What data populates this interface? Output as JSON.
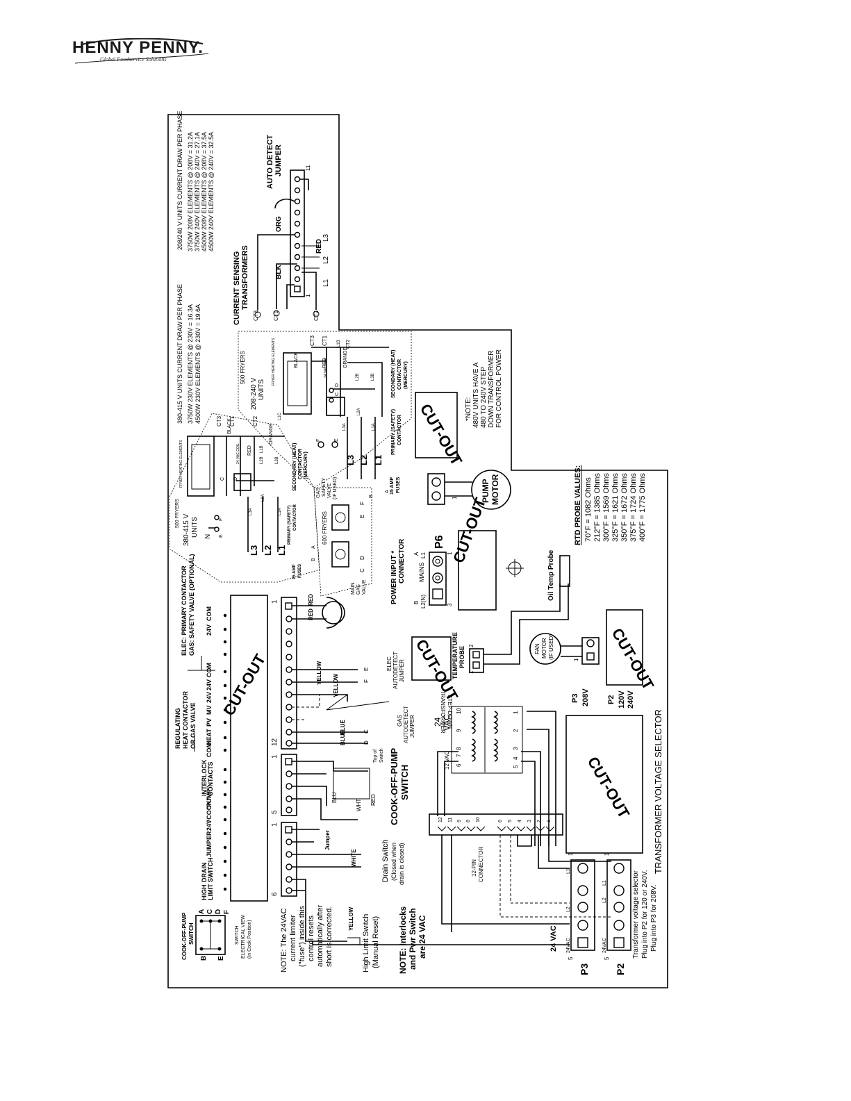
{
  "logo": {
    "brand": "HENNY PENNY.",
    "tagline": "Global Foodservice Solutions"
  },
  "diagram": {
    "note_current_380": {
      "title": "380-415 V UNITS CURRENT DRAW PER PHASE",
      "lines": [
        "3750W 230V ELEMENTS @ 230V = 16.3A",
        "4500W 230V ELEMENTS @ 230V = 19.6A"
      ]
    },
    "note_current_208": {
      "title": "208/240 V UNITS CURRENT DRAW PER PHASE",
      "lines": [
        "3750W 208V ELEMENTS @ 208V = 31.2A",
        "3750W 240V ELEMENTS @ 240V = 27.1A",
        "4500W 208V ELEMENTS @ 208V = 37.5A",
        "4500W 240V ELEMENTS @ 240V = 32.5A"
      ]
    },
    "current_sensing": {
      "title_1": "CURRENT SENSING",
      "title_2": "TRANSFORMERS",
      "ct3": "CT3",
      "ct1": "CT1",
      "ct2": "CT2",
      "blk": "BLK",
      "org": "ORG",
      "red": "RED",
      "l1": "L1",
      "l2": "L2",
      "l3": "L3",
      "pin_1": "1",
      "pin_11": "11",
      "auto_detect_1": "AUTO DETECT",
      "auto_detect_2": "JUMPER"
    },
    "fryer_500_208": {
      "title_1": "500 FRYERS",
      "title_2": "208-240 V",
      "title_3": "UNITS",
      "black": "BLACK",
      "orange": "ORANGE",
      "red": "RED",
      "ct3": "CT3",
      "ct1": "CT1",
      "ct2": "CT2",
      "l1b": "L1B",
      "l1c": "L1C",
      "heating": "FRYER HEATING ELEMENTS",
      "coil": "24 VAC COIL",
      "secondary_1": "SECONDARY (HEAT)",
      "secondary_2": "CONTACTOR",
      "secondary_3": "(MERCURY)",
      "primary_1": "PRIMARY (SAFETY)",
      "primary_2": "CONTACTOR",
      "fuses_1": "15 AMP",
      "fuses_2": "FUSES",
      "c": "C",
      "d": "D",
      "e": "E",
      "f": "F",
      "a": "A",
      "b": "B",
      "l1": "L1",
      "l2": "L2",
      "l3": "L3",
      "l3a": "L3A",
      "l2a": "L2A",
      "l1a": "L1A",
      "l2b": "L2B",
      "l3b": "L3B"
    },
    "fryer_500_380": {
      "title_1": "500 FRYERS",
      "title_2": "380-415 V",
      "title_3": "UNITS",
      "n": "N",
      "black": "BLACK",
      "orange": "ORANGE",
      "red": "RED",
      "ct3": "CT3",
      "ct1": "CT1",
      "ct2": "CT2",
      "l1b": "L1B",
      "heating": "FRYER HEATING ELEMENTS",
      "coil": "24 VAC COIL",
      "secondary_1": "SECONDARY (HEAT)",
      "secondary_2": "CONTACTOR",
      "secondary_3": "(MERCURY)",
      "primary_1": "PRIMARY (SAFETY)",
      "primary_2": "CONTACTOR",
      "fuses_1": "15 AMP",
      "fuses_2": "FUSES",
      "c": "C",
      "d": "D",
      "e": "E",
      "f": "F",
      "a": "A",
      "b": "B",
      "l1": "L1",
      "l2": "L2",
      "l3": "L3",
      "l3a": "L3A",
      "l2a": "L2A",
      "l1a": "L1A",
      "l2b": "L2B",
      "l3b": "L3B"
    },
    "fryer_600": {
      "title": "600 FRYERS",
      "safety_1": "GAS",
      "safety_2": "SAFETY",
      "safety_3": "VALVE",
      "safety_4": "(IF USED)",
      "main_1": "MAIN",
      "main_2": "GAS",
      "main_3": "VALVE",
      "c": "C",
      "d": "D",
      "e": "E",
      "f": "F"
    },
    "elec_primary_1": "ELEC: PRIMARY CONTACTOR",
    "elec_primary_2": "GAS: SAFETY VALVE (OPTIONAL)",
    "regulating_1": "REGULATING",
    "regulating_2": "HEAT CONTACTOR",
    "regulating_3": "OR GAS VALVE",
    "pin_labels_top": [
      "COM",
      "24V",
      "COM",
      "24V",
      "24V",
      "MV",
      "PV",
      "HEAT",
      "COM"
    ],
    "interlock_1": "INTERLOCK",
    "interlock_2": "CONTACTS",
    "pump_label": "\"PUMP\"",
    "cook_label": "\"COOK\"",
    "v24_label": "24V",
    "jumper_label": "JUMPER",
    "drain_switch_label_1": "DRAIN",
    "drain_switch_label_2": "SWITCH",
    "high_limit_label_1": "HIGH",
    "high_limit_label_2": "LIMIT",
    "cut_out": "CUT-OUT",
    "yellow": "YELLOW",
    "blue": "BLUE",
    "red": "RED",
    "blu": "BLU",
    "wht": "WHT",
    "white": "WHITE",
    "jumper_side": "Jumper",
    "top_switch_1": "Top of",
    "top_switch_2": "Switch",
    "cook_off_pump_1": "COOK-OFF-PUMP",
    "cook_off_pump_2": "SWITCH",
    "elec_autodetect_1": "ELEC",
    "elec_autodetect_2": "AUTODETECT",
    "elec_autodetect_3": "JUMPER",
    "gas_autodetect_1": "GAS",
    "gas_autodetect_2": "AUTODETECT",
    "gas_autodetect_3": "JUMPER",
    "pin_1": "1",
    "pin_5": "5",
    "pin_6": "6",
    "pin_12": "12",
    "pin_2": "2",
    "pin_3": "3",
    "c": "C",
    "d": "D",
    "e": "E",
    "f": "F",
    "power_input_1": "POWER INPUT *",
    "power_input_2": "CONNECTOR",
    "mains": "MAINS",
    "l2n": "L2(N)",
    "l1": "L1",
    "a": "A",
    "b": "B",
    "p6": "P6",
    "pump_motor_1": "PUMP",
    "pump_motor_2": "MOTOR",
    "fan_motor_1": "FAN",
    "fan_motor_2": "MOTOR",
    "fan_motor_3": "(IF USED)",
    "temp_probe_1": "TEMPERATURE",
    "temp_probe_2": "PROBE",
    "oil_probe": "Oil Temp Probe",
    "rtd_title": "RTD PROBE VALUES:",
    "rtd_values": [
      "70°F = 1082 Ohms",
      "212°F = 1385 Ohms",
      "300°F = 1569 Ohms",
      "325°F = 1621 Ohms",
      "350°F = 1672 Ohms",
      "375°F = 1724 Ohms",
      "400°F = 1775 Ohms"
    ],
    "note_480": [
      "*NOTE:",
      "480V UNITS HAVE A",
      "480 TO 240V STEP",
      "DOWN TRANSFORMER",
      "FOR CONTROL POWER"
    ],
    "step_down_1": "STEP-DOWN",
    "step_down_2": "TRANSFORMER",
    "vac24": "24",
    "vac24b": "VAC",
    "vac12": "12 VAC",
    "xfmr_pins": [
      "10",
      "9",
      "8",
      "7",
      "6",
      "5",
      "4",
      "3",
      "2",
      "1"
    ],
    "p3_label": "P3",
    "p3_v": "208V",
    "p2_label": "P2",
    "p2_v1": "120V",
    "p2_v2": "240V",
    "selector_title": "TRANSFORMER VOLTAGE SELECTOR",
    "pin12_1": "12-PIN",
    "pin12_2": "CONNECTOR",
    "conn_pins": [
      "12",
      "11",
      "9",
      "8",
      "10",
      "6",
      "5",
      "4",
      "3",
      "2",
      "1"
    ],
    "vac24_wire": "24 VAC",
    "p3_text": "P3",
    "p2_text": "P2",
    "24vac_small": "24VAC",
    "l2_small": "L2",
    "l1_small": "L1",
    "selector_note_1": "Transformer voltage selector",
    "selector_note_2": "Plug into P2 for 120 or 240V.",
    "selector_note_3": "Plug into P3 for 208V.",
    "switch_title_1": "COOK-OFF-PUMP",
    "switch_title_2": "SWITCH",
    "switch_elec_1": "SWITCH",
    "switch_elec_2": "ELECTRICAL VIEW",
    "switch_elec_3": "(In Cook Position)",
    "switch_pins": [
      "A",
      "C",
      "D",
      "F",
      "B",
      "E"
    ],
    "note_fuse": [
      "NOTE: The 24VAC",
      "current limiter",
      "(\"fuse\") inside this",
      "control resets",
      "automatically after",
      "short is corrected."
    ],
    "high_limit_switch_1": "High Limit Switch",
    "high_limit_switch_2": "(Manual Reset)",
    "drain_switch_1": "Drain Switch",
    "drain_switch_2": "(Closed when",
    "drain_switch_3": "drain is closed)",
    "note_interlocks_1": "NOTE: Interlocks",
    "note_interlocks_2": "and Pwr Switch",
    "note_interlocks_3": "are 24 VAC"
  }
}
